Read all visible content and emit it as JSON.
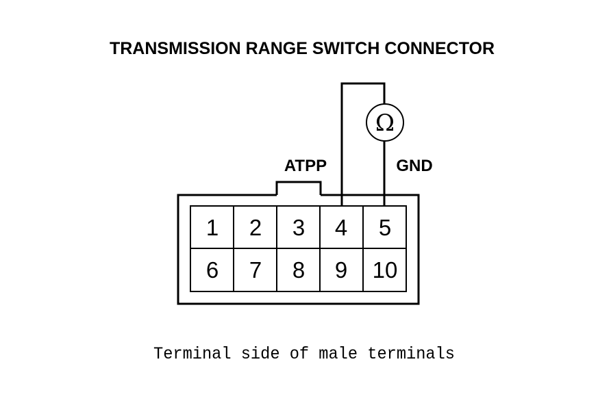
{
  "title": "TRANSMISSION RANGE SWITCH CONNECTOR",
  "labels": {
    "atpp": "ATPP",
    "gnd": "GND"
  },
  "meter": {
    "symbol": "Ω",
    "icon": "ohmmeter-icon"
  },
  "connector": {
    "row1": [
      "1",
      "2",
      "3",
      "4",
      "5"
    ],
    "row2": [
      "6",
      "7",
      "8",
      "9",
      "10"
    ]
  },
  "caption": "Terminal side of male terminals"
}
